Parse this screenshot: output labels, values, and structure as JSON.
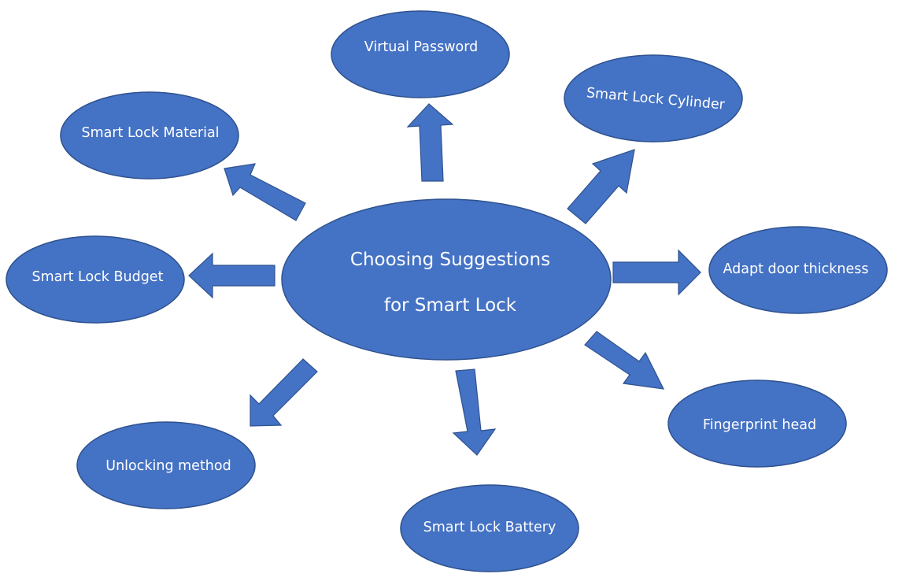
{
  "diagram": {
    "center": {
      "line1": "Choosing Suggestions",
      "line2": "for Smart Lock"
    },
    "nodes": [
      {
        "id": "virtual-password",
        "label": "Virtual Password"
      },
      {
        "id": "smart-lock-cylinder",
        "label": "Smart Lock Cylinder"
      },
      {
        "id": "adapt-door-thickness",
        "label": "Adapt door thickness"
      },
      {
        "id": "fingerprint-head",
        "label": "Fingerprint head"
      },
      {
        "id": "smart-lock-battery",
        "label": "Smart Lock Battery"
      },
      {
        "id": "unlocking-method",
        "label": "Unlocking method"
      },
      {
        "id": "smart-lock-budget",
        "label": "Smart Lock Budget"
      },
      {
        "id": "smart-lock-material",
        "label": "Smart Lock Material"
      }
    ],
    "colors": {
      "fill": "#4472c4",
      "stroke": "#2f528f",
      "text": "#ffffff",
      "background": "#ffffff"
    }
  }
}
